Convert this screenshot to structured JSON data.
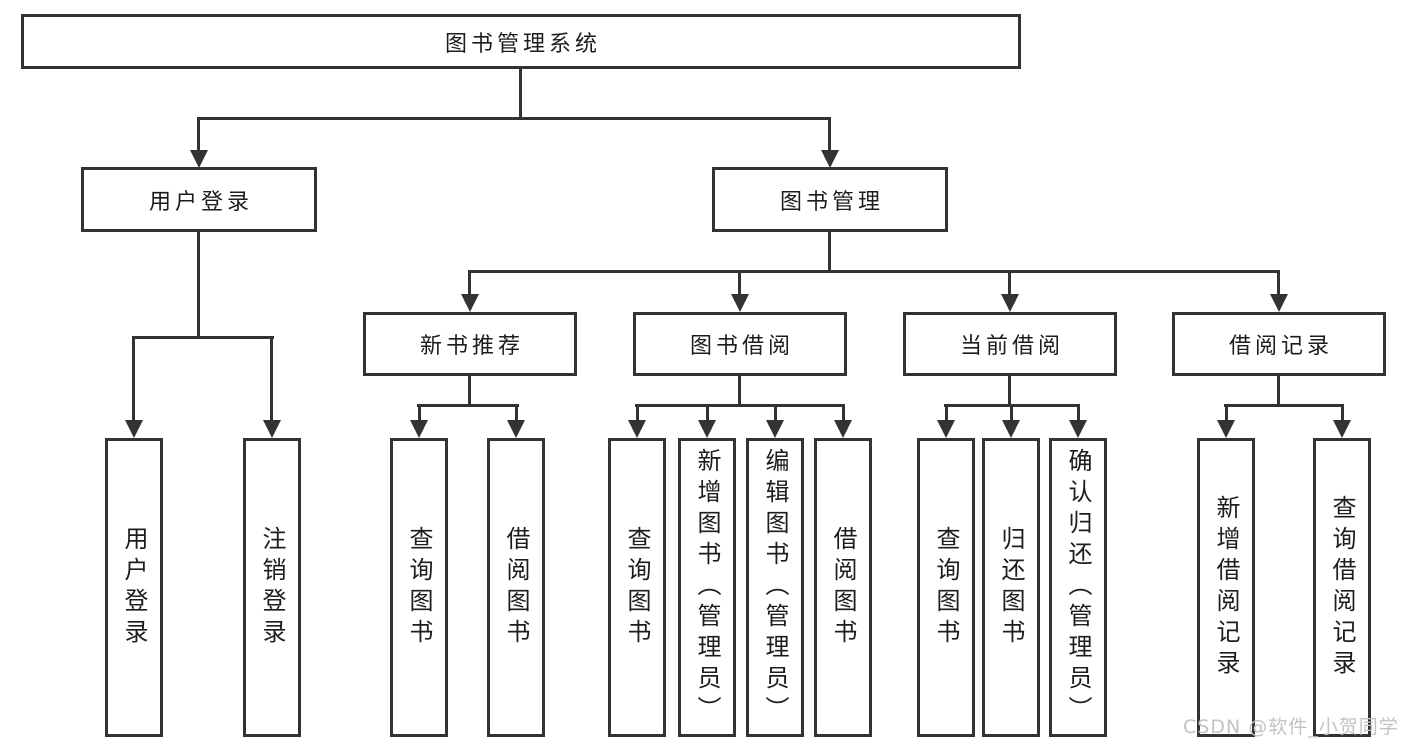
{
  "tree": {
    "label": "图书管理系统",
    "children": [
      {
        "label": "用户登录",
        "children": [
          {
            "label": "用户登录"
          },
          {
            "label": "注销登录"
          }
        ]
      },
      {
        "label": "图书管理",
        "children": [
          {
            "label": "新书推荐",
            "children": [
              {
                "label": "查询图书"
              },
              {
                "label": "借阅图书"
              }
            ]
          },
          {
            "label": "图书借阅",
            "children": [
              {
                "label": "查询图书"
              },
              {
                "label": "新增图书（管理员）"
              },
              {
                "label": "编辑图书（管理员）"
              },
              {
                "label": "借阅图书"
              }
            ]
          },
          {
            "label": "当前借阅",
            "children": [
              {
                "label": "查询图书"
              },
              {
                "label": "归还图书"
              },
              {
                "label": "确认归还（管理员）"
              }
            ]
          },
          {
            "label": "借阅记录",
            "children": [
              {
                "label": "新增借阅记录"
              },
              {
                "label": "查询借阅记录"
              }
            ]
          }
        ]
      }
    ]
  },
  "watermark": {
    "text": "CSDN @软件_小贺同学"
  },
  "colors": {
    "line": "#333333",
    "box_fill": "#ffffff",
    "text": "#1d1d1d",
    "watermark": "#c3c3c3",
    "background": "#ffffff"
  }
}
